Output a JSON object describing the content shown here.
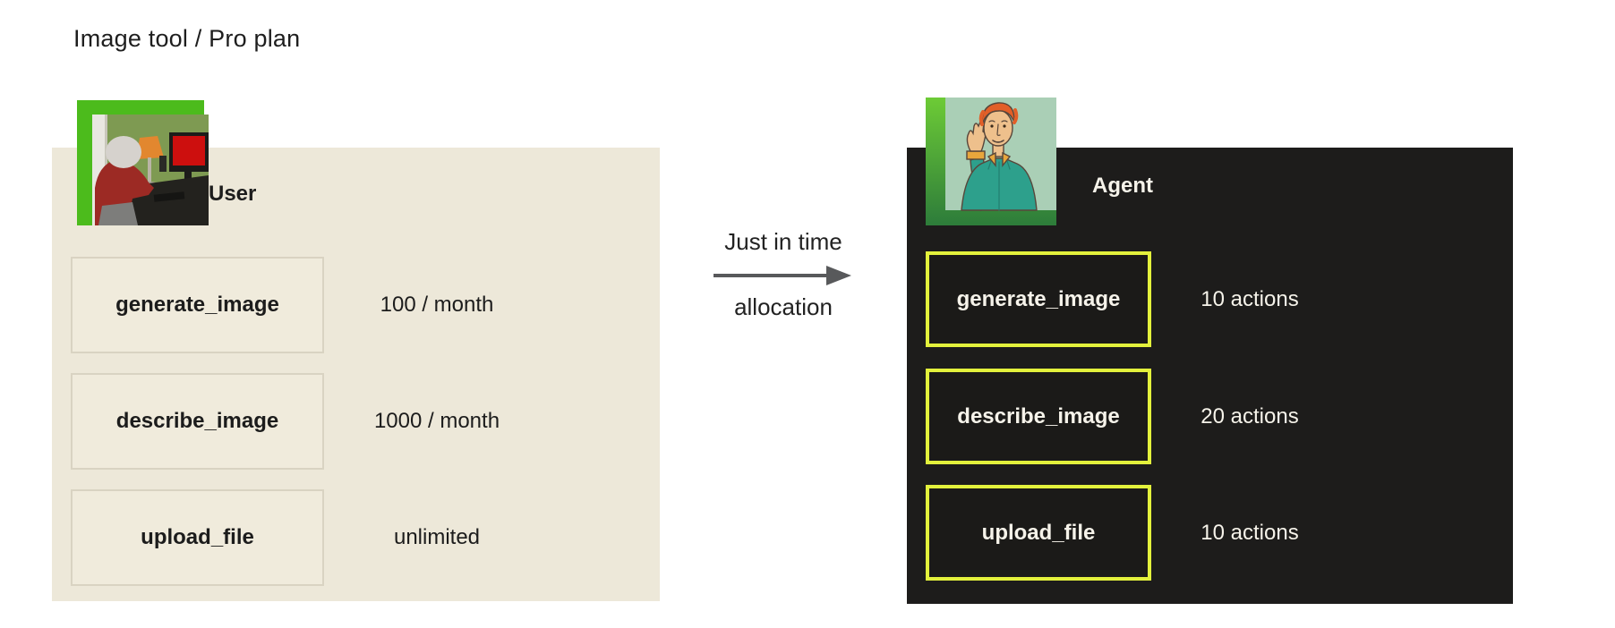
{
  "title": "Image tool / Pro plan",
  "left_panel": {
    "name": "User",
    "avatar": "user-photo-avatar",
    "rows": [
      {
        "label": "generate_image",
        "value": "100 / month"
      },
      {
        "label": "describe_image",
        "value": "1000 / month"
      },
      {
        "label": "upload_file",
        "value": "unlimited"
      }
    ]
  },
  "arrow": {
    "line1": "Just in time",
    "line2": "allocation",
    "icon": "right-arrow-icon"
  },
  "right_panel": {
    "name": "Agent",
    "avatar": "agent-cartoon-avatar",
    "rows": [
      {
        "label": "generate_image",
        "value": "10 actions"
      },
      {
        "label": "describe_image",
        "value": "20 actions"
      },
      {
        "label": "upload_file",
        "value": "10 actions"
      }
    ]
  },
  "colors": {
    "left_panel_bg": "#ede8d9",
    "left_box_border": "#d9d3c2",
    "right_panel_bg": "#1d1c1b",
    "right_box_border": "#e3f13c",
    "avatar_frame_green": "#4cbb1c",
    "arrow_gray": "#58595b",
    "light_text": "#f6f3ea",
    "dark_text": "#1d1d1d"
  }
}
